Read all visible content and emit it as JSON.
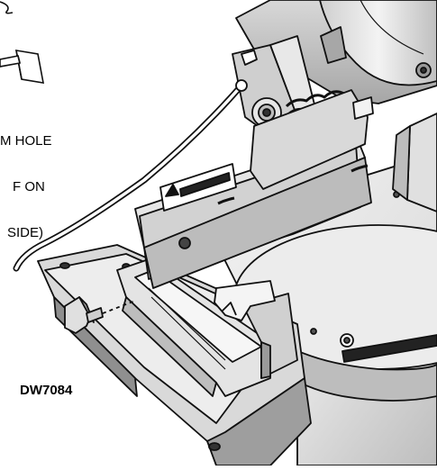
{
  "callout": {
    "line1": "M HOLE",
    "line2": "F ON",
    "line3": "SIDE)"
  },
  "model_label": "DW7084",
  "colors": {
    "ink": "#111111",
    "body_light": "#f2f2f2",
    "body_mid": "#d6d6d6",
    "body_dark": "#9e9e9e",
    "shadow": "#6e6e6e"
  }
}
